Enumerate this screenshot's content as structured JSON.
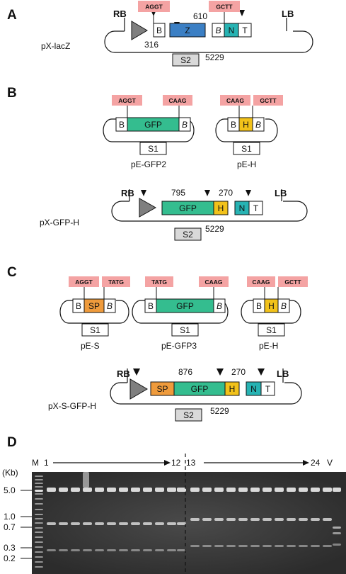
{
  "colors": {
    "overhang": "#f4a3a3",
    "lacZ": "#3b7fc4",
    "gfp": "#34bd8f",
    "nbox": "#27b3b3",
    "hbox": "#f2c21a",
    "spbox": "#ef9b3c",
    "promoter": "#7f7f7f",
    "selection_s2": "#d9d9d9",
    "gel_bg": "#3a3a3a",
    "band": "#e8e8e8"
  },
  "panels": {
    "A": {
      "letter": "A",
      "plasmid": {
        "name": "pX-lacZ",
        "rb": "RB",
        "lb": "LB",
        "overhangs": [
          "AGGT",
          "GCTT"
        ],
        "segments": [
          "B",
          "Z",
          "B",
          "N",
          "T"
        ],
        "numbers": [
          "610",
          "316",
          "5229"
        ],
        "selection": "S2"
      }
    },
    "B": {
      "letter": "B",
      "entry1": {
        "name": "pE-GFP2",
        "overhangs": [
          "AGGT",
          "CAAG"
        ],
        "segments": [
          "B",
          "GFP",
          "B"
        ],
        "selection": "S1"
      },
      "entry2": {
        "name": "pE-H",
        "overhangs": [
          "CAAG",
          "GCTT"
        ],
        "segments": [
          "B",
          "H",
          "B"
        ],
        "selection": "S1"
      },
      "plasmid": {
        "name": "pX-GFP-H",
        "rb": "RB",
        "lb": "LB",
        "segments": [
          "GFP",
          "H",
          "N",
          "T"
        ],
        "numbers": [
          "795",
          "270",
          "5229"
        ],
        "selection": "S2"
      }
    },
    "C": {
      "letter": "C",
      "entry1": {
        "name": "pE-S",
        "overhangs": [
          "AGGT",
          "TATG"
        ],
        "segments": [
          "B",
          "SP",
          "B"
        ],
        "selection": "S1"
      },
      "entry2": {
        "name": "pE-GFP3",
        "overhangs": [
          "TATG",
          "CAAG"
        ],
        "segments": [
          "B",
          "GFP",
          "B"
        ],
        "selection": "S1"
      },
      "entry3": {
        "name": "pE-H",
        "overhangs": [
          "CAAG",
          "GCTT"
        ],
        "segments": [
          "B",
          "H",
          "B"
        ],
        "selection": "S1"
      },
      "plasmid": {
        "name": "pX-S-GFP-H",
        "rb": "RB",
        "lb": "LB",
        "segments": [
          "SP",
          "GFP",
          "H",
          "N",
          "T"
        ],
        "numbers": [
          "876",
          "270",
          "5229"
        ],
        "selection": "S2"
      }
    },
    "D": {
      "letter": "D",
      "gel": {
        "marker": "M",
        "lane_start_left": "1",
        "lane_end_left": "12",
        "lane_start_right": "13",
        "lane_end_right": "24",
        "last_lane": "V",
        "unit": "(Kb)",
        "ladder_labels": [
          "5.0",
          "1.0",
          "0.7",
          "0.3",
          "0.2"
        ]
      }
    }
  }
}
